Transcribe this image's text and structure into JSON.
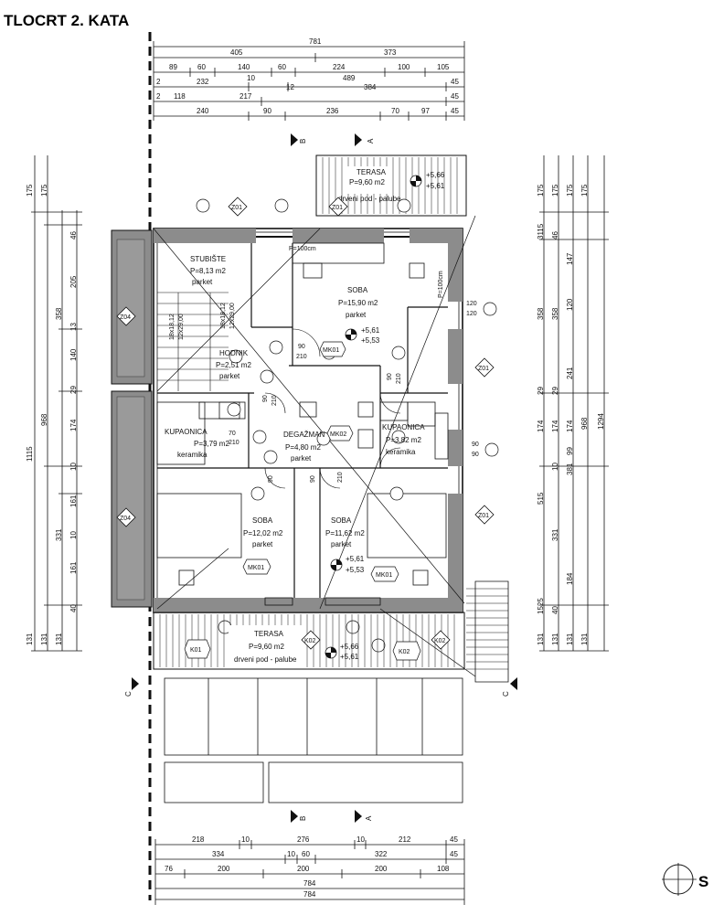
{
  "title": "TLOCRT 2. KATA",
  "compass_label": "S",
  "section_marks": {
    "a": "A",
    "b": "B",
    "c": "C"
  },
  "dims_top": {
    "r1": [
      "781"
    ],
    "r2": [
      "405",
      "373"
    ],
    "r3": [
      "89",
      "60",
      "140",
      "60",
      "224",
      "100",
      "105"
    ],
    "r4": [
      "2",
      "232",
      "10",
      "12",
      "489",
      "384",
      "45"
    ],
    "r5": [
      "2",
      "118",
      "217",
      "45"
    ],
    "r6": [
      "240",
      "90",
      "236",
      "70",
      "97",
      "45"
    ]
  },
  "dims_bottom": {
    "r1": [
      "218",
      "10",
      "276",
      "10",
      "212",
      "45"
    ],
    "r2": [
      "334",
      "10",
      "60",
      "322",
      "45"
    ],
    "r3": [
      "76",
      "200",
      "200",
      "200",
      "108"
    ],
    "r4": [
      "784"
    ],
    "r5": [
      "784"
    ]
  },
  "dims_left": {
    "total": "1115",
    "mid": "968",
    "c1": [
      "175",
      "358",
      "968",
      "331",
      "131"
    ],
    "c2": [
      "175",
      "46",
      "205",
      "13",
      "140",
      "29",
      "174",
      "10",
      "161",
      "10",
      "161",
      "40",
      "131"
    ]
  },
  "dims_right": {
    "total": "1294",
    "mid": "968",
    "c1": [
      "175",
      "358",
      "174",
      "515",
      "131"
    ],
    "c2": [
      "175",
      "46",
      "358",
      "29",
      "174",
      "10",
      "331",
      "40",
      "131"
    ],
    "c3": [
      "175",
      "147",
      "120",
      "241",
      "174",
      "99",
      "381",
      "184",
      "1525",
      "131"
    ],
    "c4": [
      "3115"
    ]
  },
  "rooms": {
    "terasa_top": {
      "name": "TERASA",
      "area": "P=9,60 m2",
      "floor": "drveni pod - palube",
      "lvl1": "+5,66",
      "lvl2": "+5,61"
    },
    "stubiste": {
      "name": "STUBIŠTE",
      "area": "P=8,13 m2",
      "floor": "parket"
    },
    "soba_top": {
      "name": "SOBA",
      "area": "P=15,90 m2",
      "floor": "parket",
      "lvl1": "+5,61",
      "lvl2": "+5,53"
    },
    "hodnik": {
      "name": "HODNIK",
      "area": "P=2,51 m2",
      "floor": "parket"
    },
    "kupaonica_l": {
      "name": "KUPAONICA",
      "area": "P=3,79 m2",
      "floor": "keramika"
    },
    "degazman": {
      "name": "DEGAŽMAN",
      "area": "P=4,80 m2",
      "floor": "parket"
    },
    "kupaonica_r": {
      "name": "KUPAONICA",
      "area": "P=3,82 m2",
      "floor": "keramika"
    },
    "soba_bl": {
      "name": "SOBA",
      "area": "P=12,02 m2",
      "floor": "parket"
    },
    "soba_br": {
      "name": "SOBA",
      "area": "P=11,62 m2",
      "floor": "parket",
      "lvl1": "+5,61",
      "lvl2": "+5,53"
    },
    "terasa_bottom": {
      "name": "TERASA",
      "area": "P=9,60 m2",
      "floor": "drveni pod - palube",
      "lvl1": "+5,66",
      "lvl2": "+5,61"
    }
  },
  "tags": {
    "z01": "Z01",
    "z04": "Z04",
    "mk01": "MK01",
    "mk02": "MK02",
    "k01": "K01",
    "k02": "K02"
  },
  "notes": {
    "p100a": "P=100cm",
    "p100b": "P=100cm",
    "d90": "90",
    "d210": "210",
    "d120": "120",
    "d70": "70",
    "stair1": "18x18,12",
    "stair2": "12x29,00",
    "stair3": "18x18,12",
    "stair4": "12x29,00"
  },
  "colors": {
    "wall_gray": "#8c8c8c",
    "line": "#111111"
  }
}
